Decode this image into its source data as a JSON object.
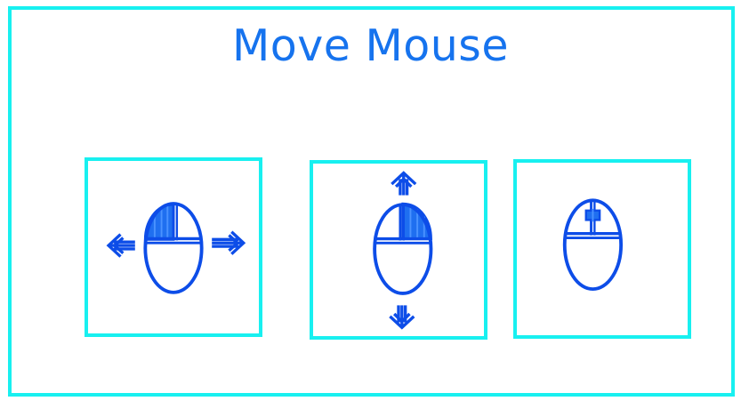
{
  "page": {
    "title": "Move Mouse"
  },
  "panels": [
    {
      "id": "horizontal",
      "icon": "mouse-left-right-icon"
    },
    {
      "id": "vertical",
      "icon": "mouse-up-down-icon"
    },
    {
      "id": "wheel",
      "icon": "mouse-scroll-wheel-icon"
    }
  ],
  "colors": {
    "frame": "#18f0f0",
    "title": "#1673ee",
    "icon_stroke": "#0d4de8",
    "icon_fill": "#1f6ff0"
  }
}
